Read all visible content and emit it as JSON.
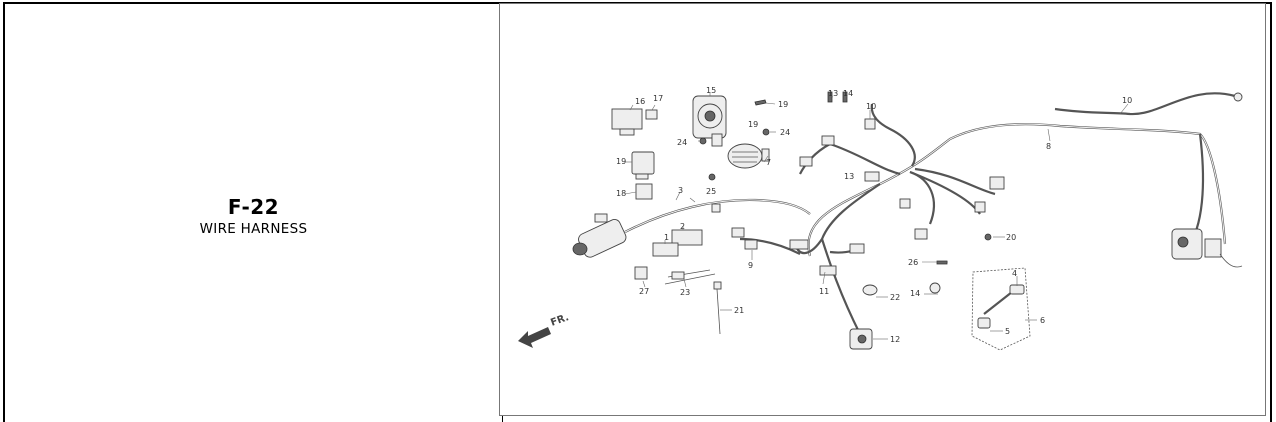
{
  "section": {
    "code": "F-22",
    "name": "WIRE HARNESS"
  },
  "diagram": {
    "front_marker": "FR.",
    "callouts": [
      "1",
      "2",
      "3",
      "4",
      "5",
      "6",
      "7",
      "8",
      "9",
      "10",
      "10",
      "11",
      "12",
      "13",
      "13",
      "14",
      "14",
      "15",
      "16",
      "17",
      "18",
      "19",
      "19",
      "19",
      "20",
      "21",
      "22",
      "23",
      "24",
      "24",
      "25",
      "26",
      "27"
    ]
  }
}
